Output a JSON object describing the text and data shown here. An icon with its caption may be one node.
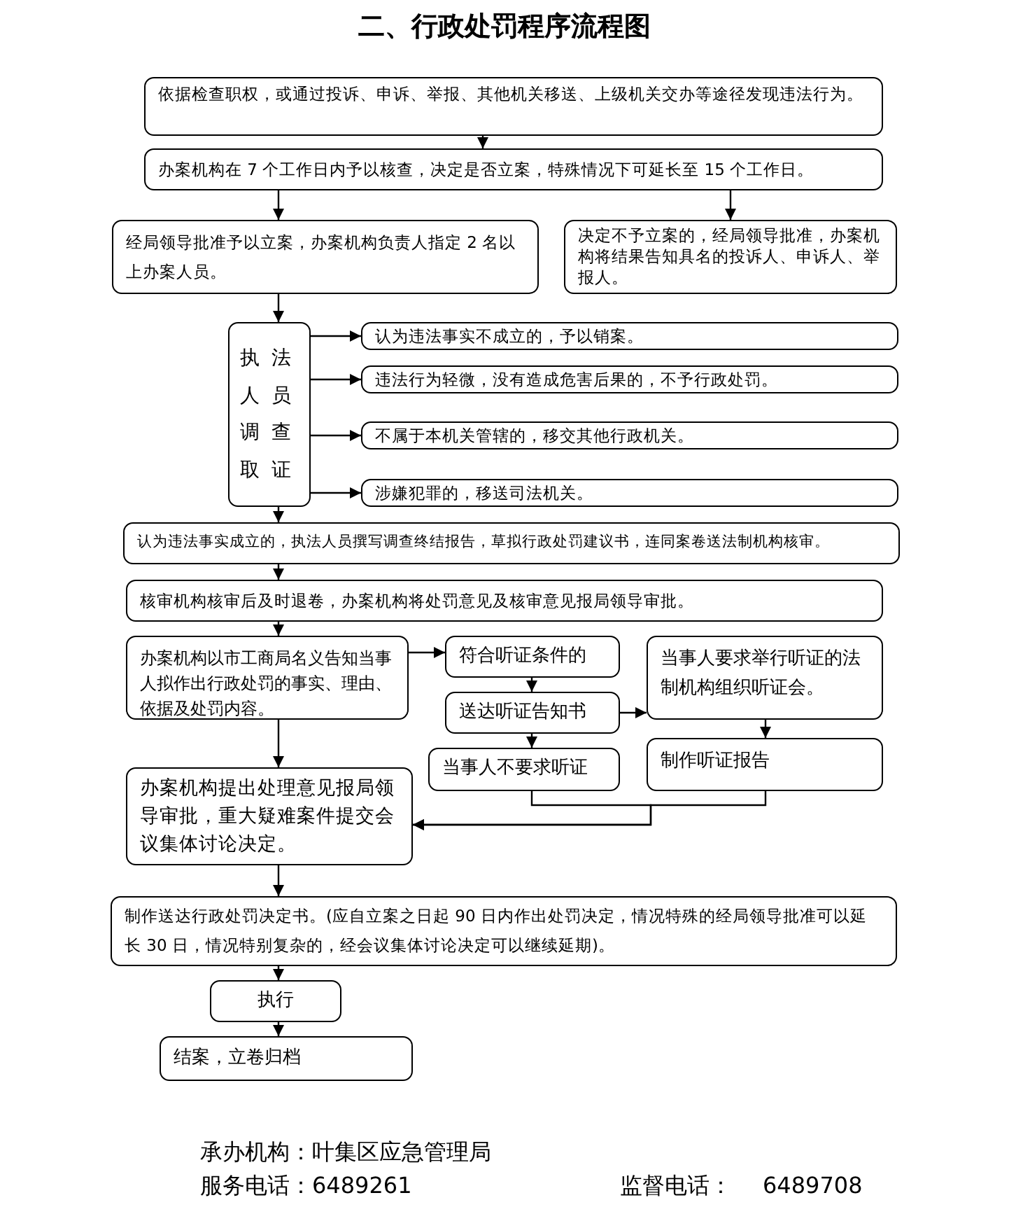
{
  "diagram": {
    "title": "二、行政处罚程序流程图",
    "nodes": [
      {
        "text": [
          "依据检查职权，或通过投诉、申诉、举报、其他机关移送、上级机关交办等途径发现违法行为。"
        ]
      },
      {
        "text": [
          "办案机构在 7 个工作日内予以核查，决定是否立案，特殊情况下可延长至 15 个工作日。"
        ]
      },
      {
        "text": [
          "经局领导批准予以立案，办案机构负责人指定 2 名以上办案人员。"
        ]
      },
      {
        "text": [
          "决定不予立案的，经局领导批准，办案机构将结果告知具名的投诉人、申诉人、举报人。"
        ]
      },
      {
        "text": [
          "执法人员调查取证"
        ]
      },
      {
        "text": [
          "认为违法事实不成立的，予以销案。"
        ]
      },
      {
        "text": [
          "违法行为轻微，没有造成危害后果的，不予行政处罚。"
        ]
      },
      {
        "text": [
          "不属于本机关管辖的，移交其他行政机关。"
        ]
      },
      {
        "text": [
          "涉嫌犯罪的，移送司法机关。"
        ]
      },
      {
        "text": [
          "认为违法事实成立的，执法人员撰写调查终结报告，草拟行政处罚建议书，连同案卷送法制机构核审。"
        ]
      },
      {
        "text": [
          "核审机构核审后及时退卷，办案机构将处罚意见及核审意见报局领导审批。"
        ]
      },
      {
        "text": [
          "办案机构以市工商局名义告知当事人拟作出行政处罚的事实、理由、依据及处罚内容。"
        ]
      },
      {
        "text": [
          "符合听证条件的"
        ]
      },
      {
        "text": [
          "送达听证告知书"
        ]
      },
      {
        "text": [
          "当事人不要求听证"
        ]
      },
      {
        "text": [
          "当事人要求举行听证的法制机构组织听证会。"
        ]
      },
      {
        "text": [
          "制作听证报告"
        ]
      },
      {
        "text": [
          "办案机构提出处理意见报局领导审批，重大疑难案件提交会议集体讨论决定。"
        ]
      },
      {
        "text": [
          "制作送达行政处罚决定书。(应自立案之日起 90 日内作出处罚决定，情况特殊的经局领导批准可以延长 30 日，情况特别复杂的，经会议集体讨论决定可以继续延期)。"
        ]
      },
      {
        "text": [
          "执行"
        ]
      },
      {
        "text": [
          "结案，立卷归档"
        ]
      }
    ],
    "edges": [
      {
        "from": 0,
        "to": 1,
        "arrow": "to"
      },
      {
        "from": 1,
        "to": 2,
        "arrow": "to"
      },
      {
        "from": 1,
        "to": 3,
        "arrow": "to"
      },
      {
        "from": 2,
        "to": 4,
        "arrow": "to"
      },
      {
        "from": 4,
        "to": 5,
        "arrow": "to"
      },
      {
        "from": 4,
        "to": 6,
        "arrow": "to"
      },
      {
        "from": 4,
        "to": 7,
        "arrow": "to"
      },
      {
        "from": 4,
        "to": 8,
        "arrow": "to"
      },
      {
        "from": 4,
        "to": 9,
        "arrow": "to"
      },
      {
        "from": 9,
        "to": 10,
        "arrow": "to"
      },
      {
        "from": 10,
        "to": 11,
        "arrow": "to"
      },
      {
        "from": 11,
        "to": 12,
        "arrow": "to"
      },
      {
        "from": 12,
        "to": 13,
        "arrow": "to"
      },
      {
        "from": 13,
        "to": 14,
        "arrow": "to"
      },
      {
        "from": 13,
        "to": 15,
        "arrow": "to"
      },
      {
        "from": 15,
        "to": 16,
        "arrow": "to"
      },
      {
        "from": 11,
        "to": 17,
        "arrow": "to"
      },
      {
        "from": 14,
        "to": 17,
        "arrow": "to"
      },
      {
        "from": 16,
        "to": 17,
        "arrow": "to"
      },
      {
        "from": 17,
        "to": 18,
        "arrow": "to"
      },
      {
        "from": 18,
        "to": 19,
        "arrow": "to"
      },
      {
        "from": 19,
        "to": 20,
        "arrow": "to"
      }
    ],
    "labels": [
      "承办机构：叶集区应急管理局",
      "服务电话：6489261",
      "监督电话：",
      "6489708"
    ]
  }
}
